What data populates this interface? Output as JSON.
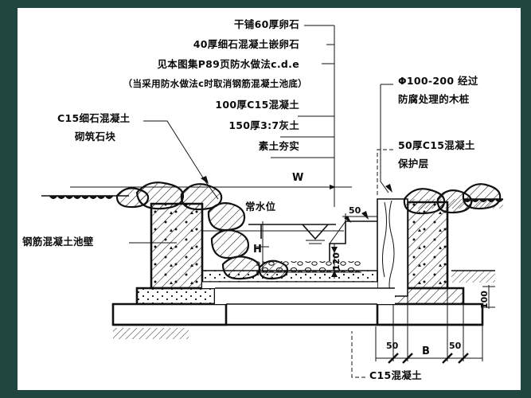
{
  "drawing": {
    "title_labels_top": [
      {
        "id": "l1",
        "text": "干铺60厚卵石"
      },
      {
        "id": "l2",
        "text": "40厚细石混凝土嵌卵石"
      },
      {
        "id": "l3",
        "text": "见本图集P89页防水做法c.d.e"
      },
      {
        "id": "l4",
        "text": "（当采用防水做法c时取消钢筋混凝土池底）"
      },
      {
        "id": "l5",
        "text": "100厚C15混凝土"
      },
      {
        "id": "l6",
        "text": "150厚3:7灰土"
      },
      {
        "id": "l7",
        "text": "素土夯实"
      }
    ],
    "label_left_upper": {
      "line1": "C15细石混凝土",
      "line2": "砌筑石块"
    },
    "label_left_mid": {
      "text": "钢筋混凝土池壁"
    },
    "label_right_upper": {
      "line1": "Φ100-200 经过",
      "line2": "防腐处理的木桩"
    },
    "label_right_lower": {
      "line1": "50厚C15混凝土",
      "line2": "保护层"
    },
    "label_water_level": {
      "text": "常水位"
    },
    "label_bottom": {
      "text": "C15混凝土"
    },
    "dimensions": {
      "w": "W",
      "h": "H",
      "d50_right": "50",
      "d120": "120",
      "d100_right": "100",
      "b": "B",
      "b50_left": "50",
      "b50_right": "50"
    },
    "colors": {
      "border": "#21453f",
      "sheet": "#ffffff",
      "ink": "#111111"
    }
  }
}
